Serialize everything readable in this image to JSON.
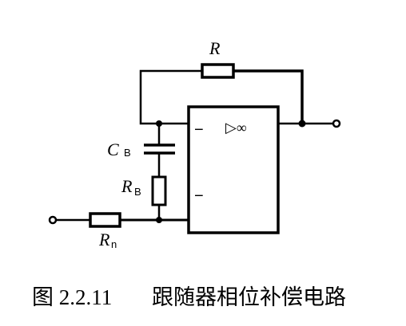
{
  "labels": {
    "rf": "R",
    "cb": "C",
    "cb_sub": "B",
    "rb": "R",
    "rb_sub": "B",
    "rn": "R",
    "rn_sub": "n",
    "opamp_gain": "▷∞",
    "inverting": "−",
    "noninverting": "−"
  },
  "caption": {
    "figure_number": "图 2.2.11",
    "title": "跟随器相位补偿电路"
  }
}
